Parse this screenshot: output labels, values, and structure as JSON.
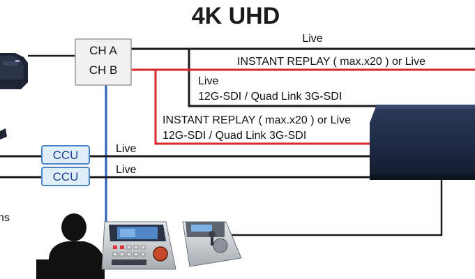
{
  "title": "4K UHD",
  "router": {
    "ch_a": "CH A",
    "ch_b": "CH B"
  },
  "ccu_boxes": [
    {
      "label": "CCU"
    },
    {
      "label": "CCU"
    }
  ],
  "signal_labels": {
    "top_live": "Live",
    "top_replay": "INSTANT REPLAY ( max.x20 ) or Live",
    "mid_live": "Live",
    "mid_format": "12G-SDI / Quad Link 3G-SDI",
    "lower_replay": "INSTANT REPLAY ( max.x20 ) or Live",
    "lower_format": "12G-SDI / Quad Link 3G-SDI",
    "ccu1_live": "Live",
    "ccu2_live": "Live"
  },
  "left_edge_fragment": "ns",
  "colors": {
    "black_line": "#1a1a1a",
    "red_line": "#d9262b",
    "blue_line": "#2a63b6",
    "ccu_fill": "#dfeef8",
    "ccu_border": "#4a86c8",
    "router_fill": "#f1f1f1",
    "device_navy": "#1e2a44"
  },
  "icons": [
    "camera-icon",
    "operator-icon",
    "replay-controller-icon",
    "remote-controller-icon",
    "recorder-server-icon"
  ]
}
